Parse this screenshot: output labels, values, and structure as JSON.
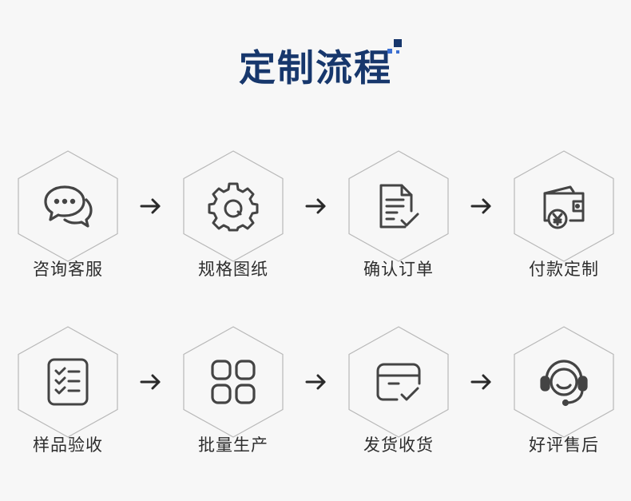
{
  "title": "定制流程",
  "colors": {
    "title": "#17376c",
    "accent": "#3b6fd1",
    "hex_border": "#b8b8b8",
    "icon": "#444444"
  },
  "steps": [
    {
      "label": "咨询客服",
      "icon": "chat-bubbles-icon"
    },
    {
      "label": "规格图纸",
      "icon": "gear-icon"
    },
    {
      "label": "确认订单",
      "icon": "document-check-icon"
    },
    {
      "label": "付款定制",
      "icon": "wallet-yen-icon"
    },
    {
      "label": "样品验收",
      "icon": "checklist-icon"
    },
    {
      "label": "批量生产",
      "icon": "grid-squares-icon"
    },
    {
      "label": "发货收货",
      "icon": "package-check-icon"
    },
    {
      "label": "好评售后",
      "icon": "headset-icon"
    }
  ]
}
